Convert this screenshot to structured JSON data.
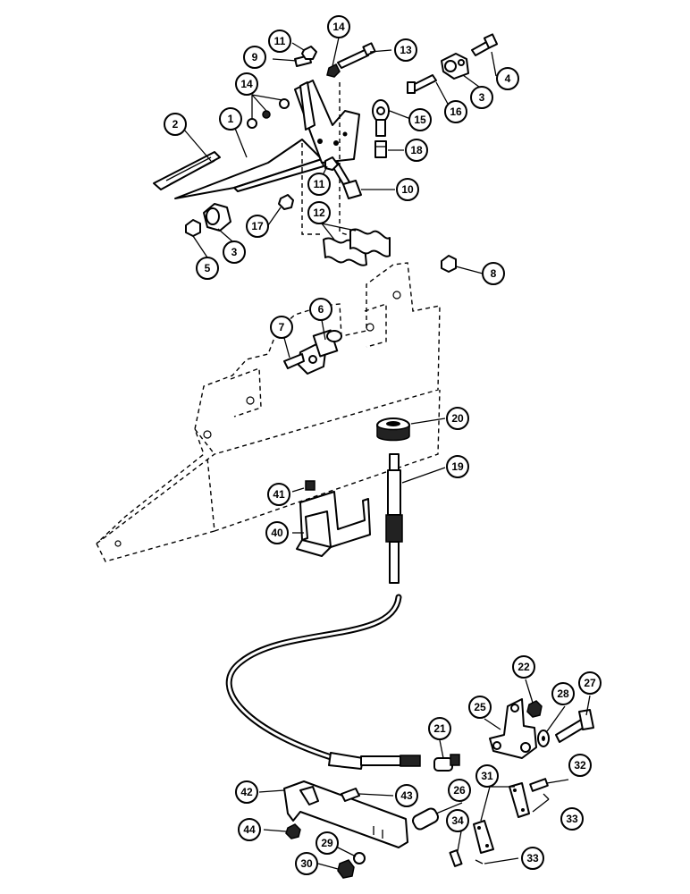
{
  "callouts": [
    {
      "id": "c1",
      "label": "1"
    },
    {
      "id": "c2",
      "label": "2"
    },
    {
      "id": "c3a",
      "label": "3"
    },
    {
      "id": "c3b",
      "label": "3"
    },
    {
      "id": "c4",
      "label": "4"
    },
    {
      "id": "c5",
      "label": "5"
    },
    {
      "id": "c6",
      "label": "6"
    },
    {
      "id": "c7",
      "label": "7"
    },
    {
      "id": "c8",
      "label": "8"
    },
    {
      "id": "c9",
      "label": "9"
    },
    {
      "id": "c10",
      "label": "10"
    },
    {
      "id": "c11a",
      "label": "11"
    },
    {
      "id": "c11b",
      "label": "11"
    },
    {
      "id": "c12",
      "label": "12"
    },
    {
      "id": "c13",
      "label": "13"
    },
    {
      "id": "c14a",
      "label": "14"
    },
    {
      "id": "c14b",
      "label": "14"
    },
    {
      "id": "c15",
      "label": "15"
    },
    {
      "id": "c16",
      "label": "16"
    },
    {
      "id": "c17",
      "label": "17"
    },
    {
      "id": "c18",
      "label": "18"
    },
    {
      "id": "c19",
      "label": "19"
    },
    {
      "id": "c20",
      "label": "20"
    },
    {
      "id": "c21",
      "label": "21"
    },
    {
      "id": "c22",
      "label": "22"
    },
    {
      "id": "c25",
      "label": "25"
    },
    {
      "id": "c26",
      "label": "26"
    },
    {
      "id": "c27",
      "label": "27"
    },
    {
      "id": "c28",
      "label": "28"
    },
    {
      "id": "c29",
      "label": "29"
    },
    {
      "id": "c30",
      "label": "30"
    },
    {
      "id": "c31",
      "label": "31"
    },
    {
      "id": "c32",
      "label": "32"
    },
    {
      "id": "c33a",
      "label": "33"
    },
    {
      "id": "c33b",
      "label": "33"
    },
    {
      "id": "c34",
      "label": "34"
    },
    {
      "id": "c40",
      "label": "40"
    },
    {
      "id": "c41",
      "label": "41"
    },
    {
      "id": "c42",
      "label": "42"
    },
    {
      "id": "c43",
      "label": "43"
    },
    {
      "id": "c44",
      "label": "44"
    }
  ]
}
